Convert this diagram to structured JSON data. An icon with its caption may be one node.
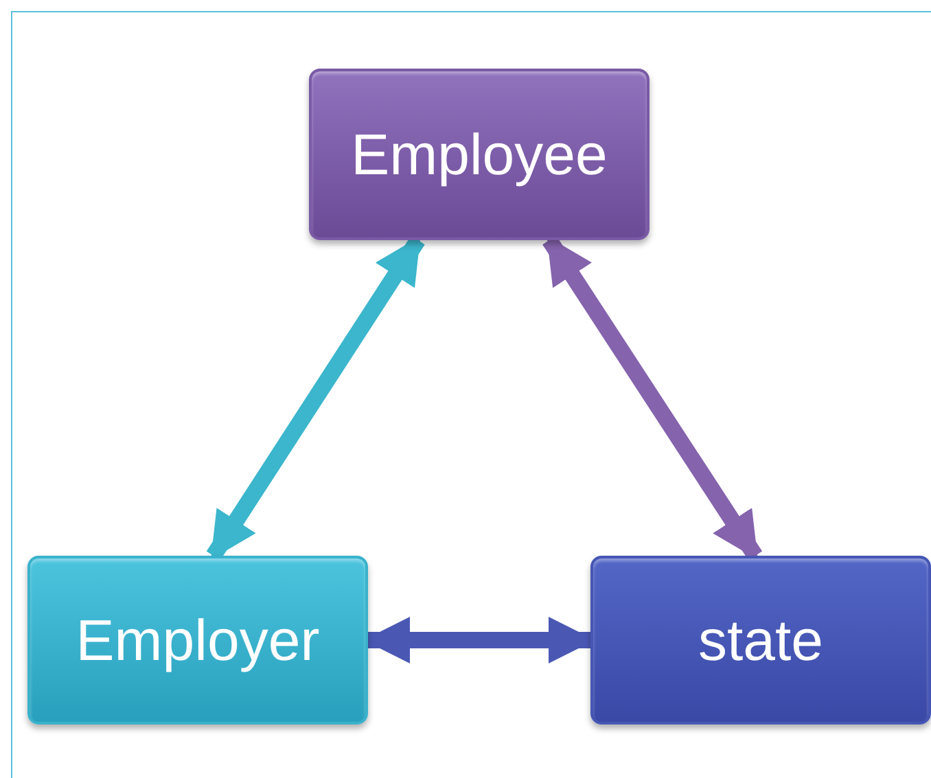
{
  "diagram": {
    "nodes": [
      {
        "text": [
          "Employee"
        ]
      },
      {
        "text": [
          "Employer"
        ]
      },
      {
        "text": [
          "state"
        ]
      }
    ],
    "edges": [
      {
        "from": 0,
        "to": 1,
        "arrow": "both",
        "color": "#3bb6cc"
      },
      {
        "from": 0,
        "to": 2,
        "arrow": "both",
        "color": "#8563ad"
      },
      {
        "from": 1,
        "to": 2,
        "arrow": "both",
        "color": "#4a58b4"
      }
    ]
  }
}
